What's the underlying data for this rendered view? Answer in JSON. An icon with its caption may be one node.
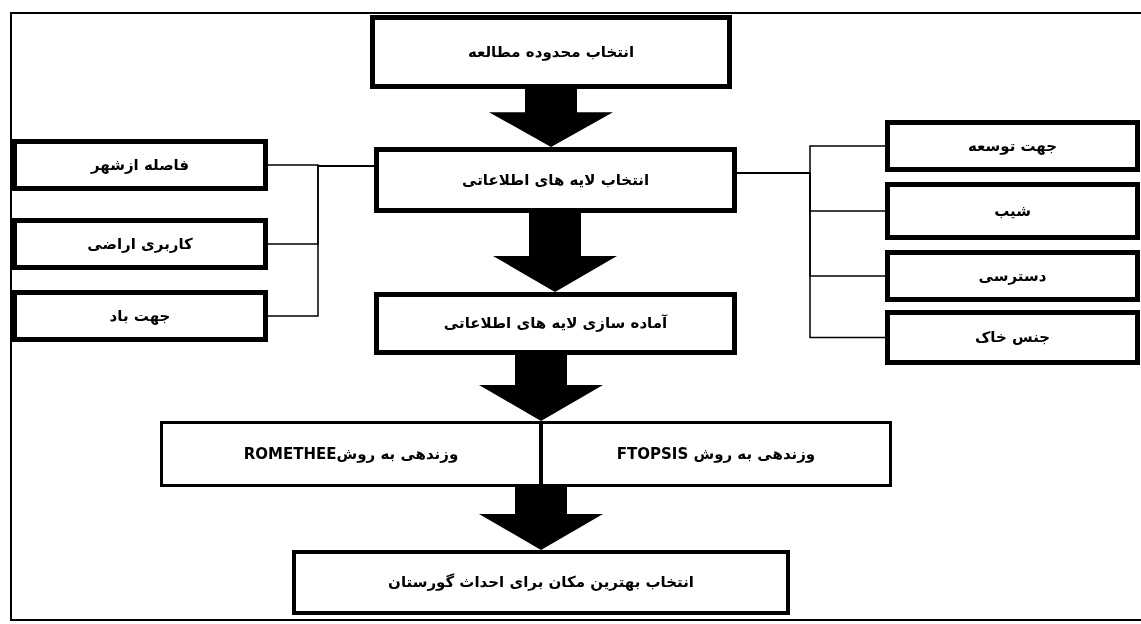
{
  "diagram": {
    "nodes": [
      {
        "text": [
          "انتخاب محدوده مطالعه"
        ]
      },
      {
        "text": [
          "انتخاب لایه های اطلاعاتی"
        ]
      },
      {
        "text": [
          "آماده سازی لایه های اطلاعاتی"
        ]
      },
      {
        "text": [
          "وزندهی به روشROMETHEE"
        ]
      },
      {
        "text": [
          "وزندهی به روش FTOPSIS"
        ]
      },
      {
        "text": [
          "انتخاب بهترین مکان برای احداث گورستان"
        ]
      },
      {
        "text": [
          "فاصله ازشهر"
        ]
      },
      {
        "text": [
          "کاربری اراضی"
        ]
      },
      {
        "text": [
          "جهت باد"
        ]
      },
      {
        "text": [
          "جهت توسعه"
        ]
      },
      {
        "text": [
          "شیب"
        ]
      },
      {
        "text": [
          "دسترسی"
        ]
      },
      {
        "text": [
          "جنس خاک"
        ]
      }
    ],
    "edges": [
      {
        "from": 0,
        "to": 1,
        "arrow": "to",
        "style": "thick"
      },
      {
        "from": 1,
        "to": 2,
        "arrow": "to",
        "style": "thick"
      },
      {
        "from": 2,
        "to": 3,
        "arrow": "to",
        "style": "thick"
      },
      {
        "from": 2,
        "to": 4,
        "arrow": "to",
        "style": "thick"
      },
      {
        "from": 3,
        "to": 5,
        "arrow": "to",
        "style": "thick"
      },
      {
        "from": 4,
        "to": 5,
        "arrow": "to",
        "style": "thick"
      },
      {
        "from": 1,
        "to": 6,
        "arrow": "none"
      },
      {
        "from": 1,
        "to": 7,
        "arrow": "none"
      },
      {
        "from": 1,
        "to": 8,
        "arrow": "none"
      },
      {
        "from": 1,
        "to": 9,
        "arrow": "none"
      },
      {
        "from": 1,
        "to": 10,
        "arrow": "none"
      },
      {
        "from": 1,
        "to": 11,
        "arrow": "none"
      },
      {
        "from": 1,
        "to": 12,
        "arrow": "none"
      }
    ]
  }
}
